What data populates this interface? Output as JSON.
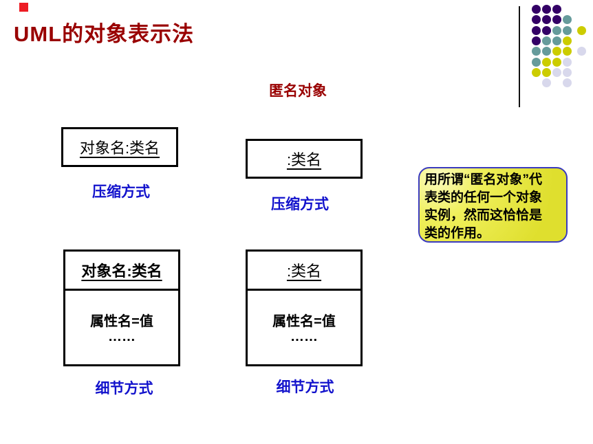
{
  "slide": {
    "title": "UML的对象表示法",
    "section_label": "匿名对象"
  },
  "boxes": {
    "compressed_named": {
      "header": "对象名:类名",
      "caption": "压缩方式"
    },
    "compressed_anon": {
      "header": ":类名",
      "caption": "压缩方式"
    },
    "detailed_named": {
      "header": "对象名:类名",
      "attribute": "属性名=值",
      "more": "……",
      "caption": "细节方式"
    },
    "detailed_anon": {
      "header": ":类名",
      "attribute": "属性名=值",
      "more": "……",
      "caption": "细节方式"
    }
  },
  "note": {
    "text": "用所谓“匿名对象”代\n表类的任何一个对象\n实例，然而这恰恰是\n类的作用。"
  },
  "colors": {
    "title_red": "#990000",
    "label_blue": "#1212CC",
    "accent_red": "#ED1C24",
    "note_border": "#3A3ABF",
    "note_fill_light": "#FBFBC0",
    "note_fill_mid": "#EFEF5A",
    "note_fill_dark": "#DFDF2E",
    "dot_purple": "#330066",
    "dot_teal": "#669B9B",
    "dot_yellow": "#CCCC00",
    "dot_lavender": "#D8D8EC"
  },
  "decoration": {
    "dot_rows": [
      [
        "P",
        "P",
        "P",
        null,
        null
      ],
      [
        "P",
        "P",
        "P",
        "T",
        null
      ],
      [
        "P",
        "P",
        "T",
        "T",
        "Y"
      ],
      [
        "P",
        "T",
        "T",
        "Y",
        null
      ],
      [
        "T",
        "T",
        "Y",
        "Y",
        "L"
      ],
      [
        "T",
        "Y",
        "Y",
        "L",
        null
      ],
      [
        "Y",
        "Y",
        "L",
        "L",
        null
      ],
      [
        null,
        "L",
        null,
        "L",
        null
      ]
    ]
  }
}
